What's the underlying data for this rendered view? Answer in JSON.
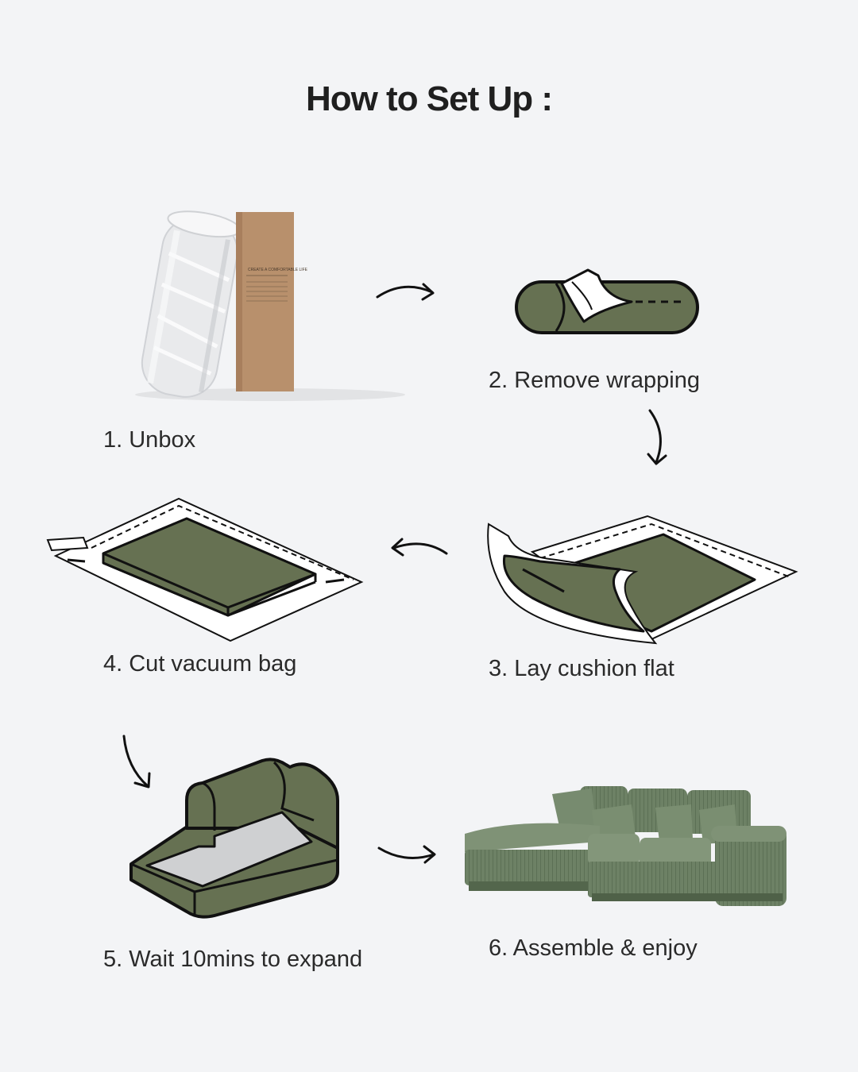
{
  "title": "How to Set Up :",
  "box_print": {
    "headline": "CREATE A COMFORTABLE LIFE"
  },
  "steps": [
    {
      "label": "1. Unbox",
      "icon": "box-and-roll-photo"
    },
    {
      "label": "2. Remove wrapping",
      "icon": "rolled-cushion-unwrap-icon"
    },
    {
      "label": "3. Lay cushion flat",
      "icon": "cushion-unroll-icon"
    },
    {
      "label": "4. Cut vacuum bag",
      "icon": "cushion-in-vacuum-bag-icon"
    },
    {
      "label": "5. Wait 10mins to expand",
      "icon": "expanded-chaise-icon"
    },
    {
      "label": "6. Assemble & enjoy",
      "icon": "sectional-sofa-photo"
    }
  ],
  "colors": {
    "background": "#f3f4f6",
    "cushion_green": "#667152",
    "outline": "#111111",
    "sofa_green": "#6b7f62",
    "cardboard": "#b8906c"
  }
}
